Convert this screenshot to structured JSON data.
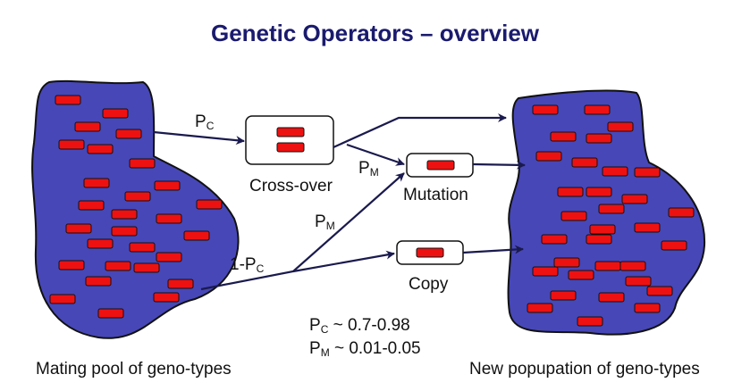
{
  "title": "Genetic Operators – overview",
  "labels": {
    "pc_main": "P",
    "pc_main_sub": "C",
    "pm_upper": "P",
    "pm_upper_sub": "M",
    "pm_lower": "P",
    "pm_lower_sub": "M",
    "one_minus_pc_prefix": "1-P",
    "one_minus_pc_sub": "C",
    "crossover": "Cross-over",
    "mutation": "Mutation",
    "copy": "Copy",
    "mating_pool": "Mating pool of geno-types",
    "new_population": "New popupation of geno-types"
  },
  "params": [
    {
      "symbol": "P",
      "sub": "C",
      "value": " ~ 0.7-0.98"
    },
    {
      "symbol": "P",
      "sub": "M",
      "value": " ~ 0.01-0.05"
    }
  ],
  "colors": {
    "blob": "#4747b8",
    "blob_stroke": "#111111",
    "gene": "#ee1111",
    "title": "#1a1a6e"
  }
}
